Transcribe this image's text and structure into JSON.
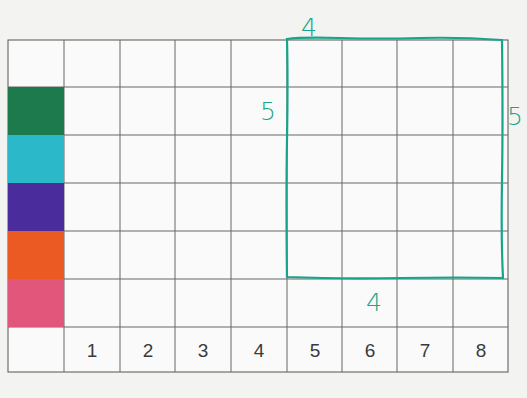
{
  "diagram": {
    "labels": [
      "4",
      "5",
      "5",
      "4",
      "1",
      "2",
      "3",
      "4",
      "5",
      "6",
      "7",
      "8"
    ]
  }
}
